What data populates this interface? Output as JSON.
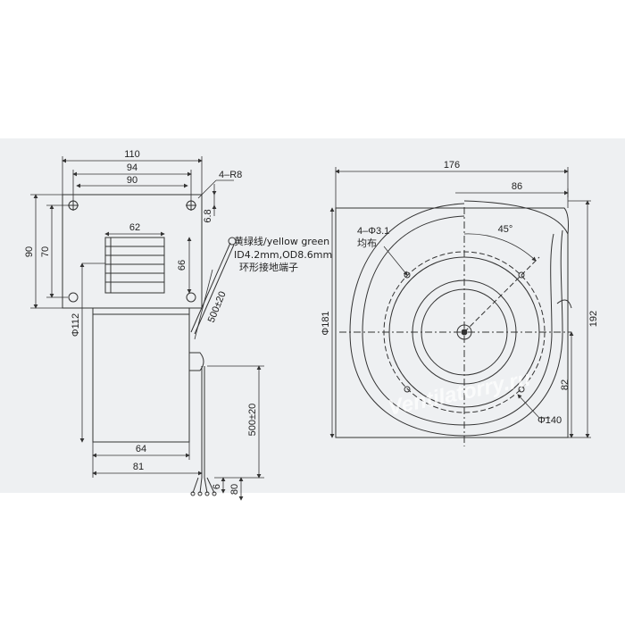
{
  "watermark": "Ventilatorry.ru",
  "side_view": {
    "width_overall": "110",
    "width_holes_outer": "94",
    "width_holes_inner": "90",
    "corner_radius": "4–R8",
    "height_overall": "90",
    "height_holes": "70",
    "outlet_width": "62",
    "outlet_height": "66",
    "flange_offset": "6.8",
    "motor_diameter": "Φ112",
    "base_width": "64",
    "base_depth": "81",
    "wire_length_diag": "500±20",
    "wire_length": "500±20",
    "wire_strip": "6",
    "wire_end": "80",
    "ground_note_line1": "黄绿线/yellow green",
    "ground_note_line2": "ID4.2mm,OD8.6mm",
    "ground_note_line3": "环形接地端子"
  },
  "front_view": {
    "width_overall": "176",
    "center_offset": "86",
    "mount_holes_line1": "4–Φ3.1",
    "mount_holes_line2": "均布",
    "angle": "45°",
    "scroll_diameter": "Φ181",
    "height_overall": "192",
    "center_height": "82",
    "impeller_diameter": "Φ140"
  },
  "colors": {
    "line": "#333333",
    "background_band": "#eef0f2"
  }
}
